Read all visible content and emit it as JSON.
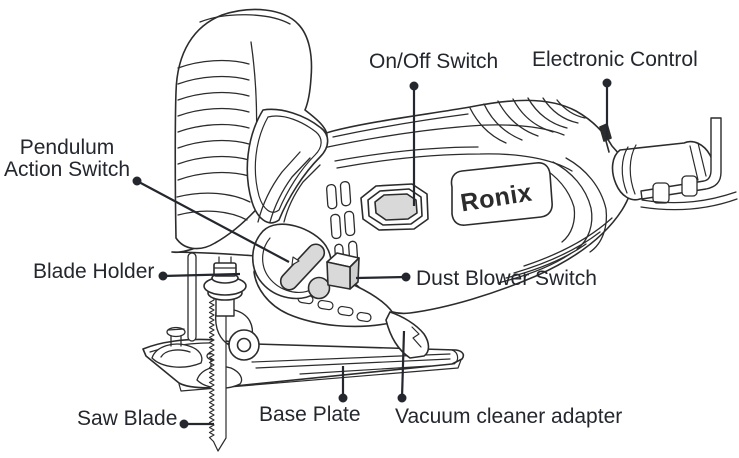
{
  "diagram": {
    "brand_logo": "Ronix",
    "colors": {
      "ink": "#2c2c2c",
      "label_text": "#24272e",
      "switch_fill": "#d9d9d9",
      "background": "#ffffff"
    },
    "labels": {
      "pendulum_action_switch": {
        "line1": "Pendulum",
        "line2": "Action Switch"
      },
      "on_off_switch": {
        "text": "On/Off Switch"
      },
      "electronic_control": {
        "text": "Electronic Control"
      },
      "blade_holder": {
        "text": "Blade Holder"
      },
      "dust_blower_switch": {
        "text": "Dust Blower Switch"
      },
      "saw_blade": {
        "text": "Saw Blade"
      },
      "base_plate": {
        "text": "Base Plate"
      },
      "vacuum_cleaner_adapter": {
        "text": "Vacuum cleaner adapter"
      }
    }
  }
}
